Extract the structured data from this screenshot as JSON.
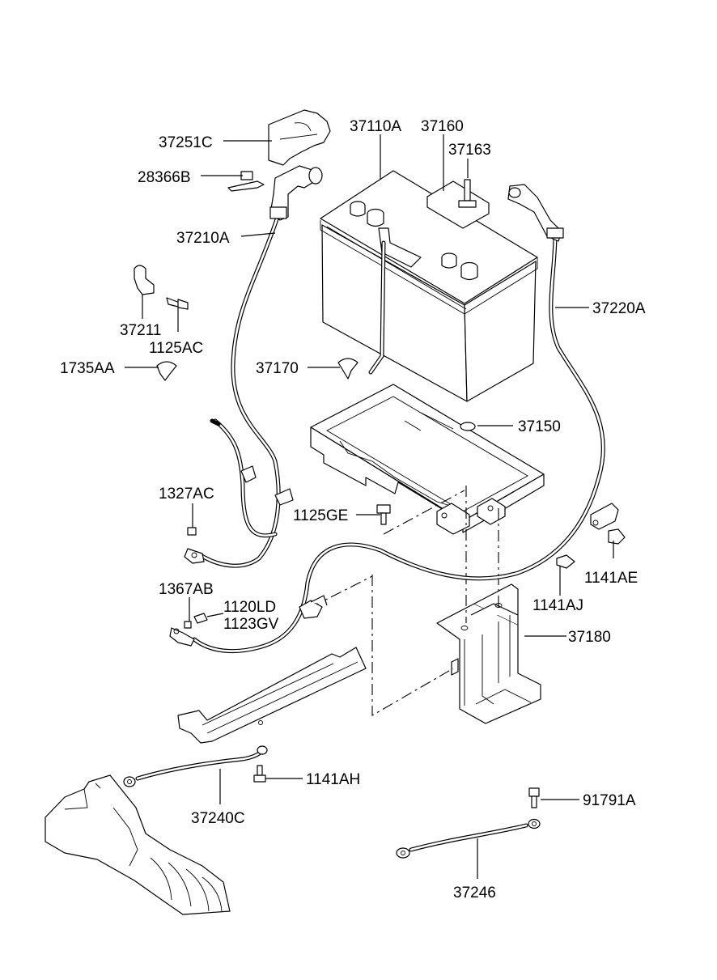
{
  "labels": {
    "l_37251C": "37251C",
    "l_28366B": "28366B",
    "l_37210A": "37210A",
    "l_37211": "37211",
    "l_1125AC": "1125AC",
    "l_1735AA": "1735AA",
    "l_37110A": "37110A",
    "l_37160": "37160",
    "l_37163": "37163",
    "l_37220A": "37220A",
    "l_37170": "37170",
    "l_37150": "37150",
    "l_1327AC": "1327AC",
    "l_1125GE": "1125GE",
    "l_1141AE": "1141AE",
    "l_1141AJ": "1141AJ",
    "l_1367AB": "1367AB",
    "l_1120LD": "1120LD",
    "l_1123GV": "1123GV",
    "l_37180": "37180",
    "l_1141AH": "1141AH",
    "l_37240C": "37240C",
    "l_91791A": "91791A",
    "l_37246": "37246"
  }
}
